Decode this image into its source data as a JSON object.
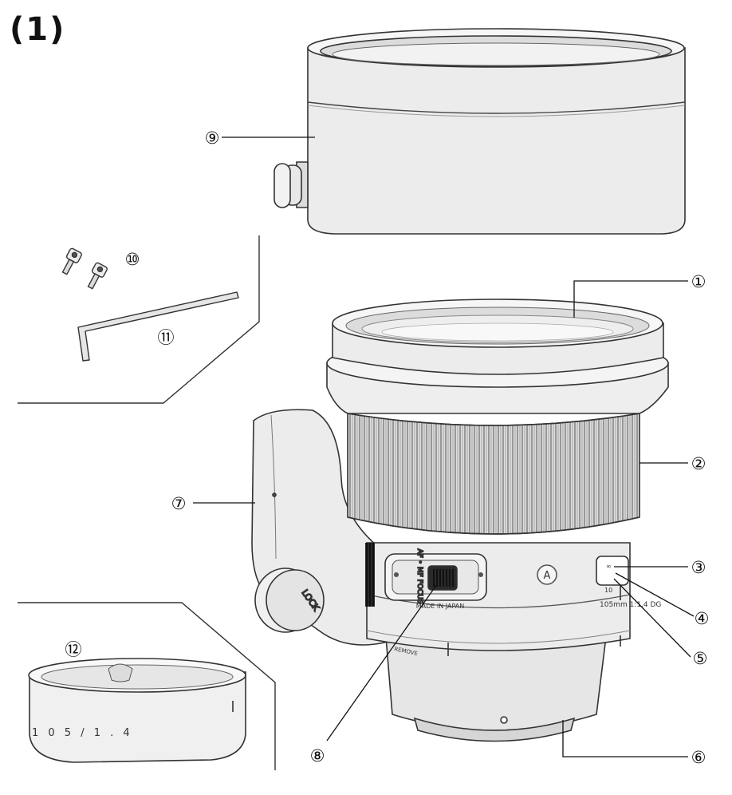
{
  "figure_label": "(1)",
  "callouts": [
    "①",
    "②",
    "③",
    "④",
    "⑤",
    "⑥",
    "⑦",
    "⑧",
    "⑨",
    "⑩",
    "⑪",
    "⑫"
  ],
  "lens_markings": {
    "switch_text": "AF • MF FOCUS",
    "made_in": "MADE IN JAPAN",
    "model": "105mm 1:1.4 DG",
    "art_badge": "A",
    "scale_top": "∞",
    "scale_bottom": "10",
    "remove_text": "REMOVE",
    "collar_text": "LOCK"
  },
  "cap_text": "1 0 5 / 1 . 4",
  "colors": {
    "line": "#333333",
    "fill_light": "#ececec",
    "fill_mid": "#d6d6d6",
    "fill_dark": "#1e1e1e",
    "background": "#ffffff"
  }
}
